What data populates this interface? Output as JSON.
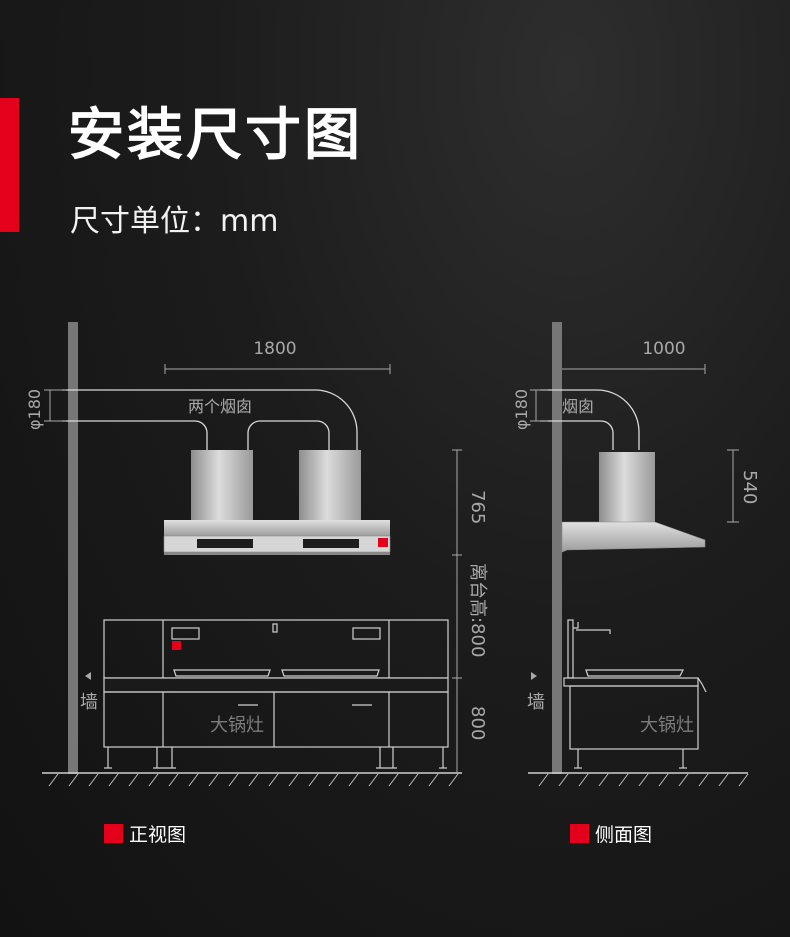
{
  "title": "安装尺寸图",
  "unit_text": "尺寸单位：mm",
  "front_view": {
    "width": "1800",
    "flue_diameter": "φ180",
    "flue_label": "两个烟囱",
    "hood_height": "765",
    "clearance": "离台高:800",
    "stove_height": "800",
    "wall_label": "墙",
    "stove_label": "大锅灶",
    "caption": "正视图"
  },
  "side_view": {
    "depth": "1000",
    "flue_diameter": "φ180",
    "flue_label": "烟囱",
    "hood_height": "540",
    "wall_label": "墙",
    "stove_label": "大锅灶",
    "caption": "侧面图"
  },
  "colors": {
    "accent": "#e4001b",
    "background": "#161616",
    "text": "#ffffff",
    "dimension": "#a8a8a8",
    "steel": "#c6c6c6"
  }
}
